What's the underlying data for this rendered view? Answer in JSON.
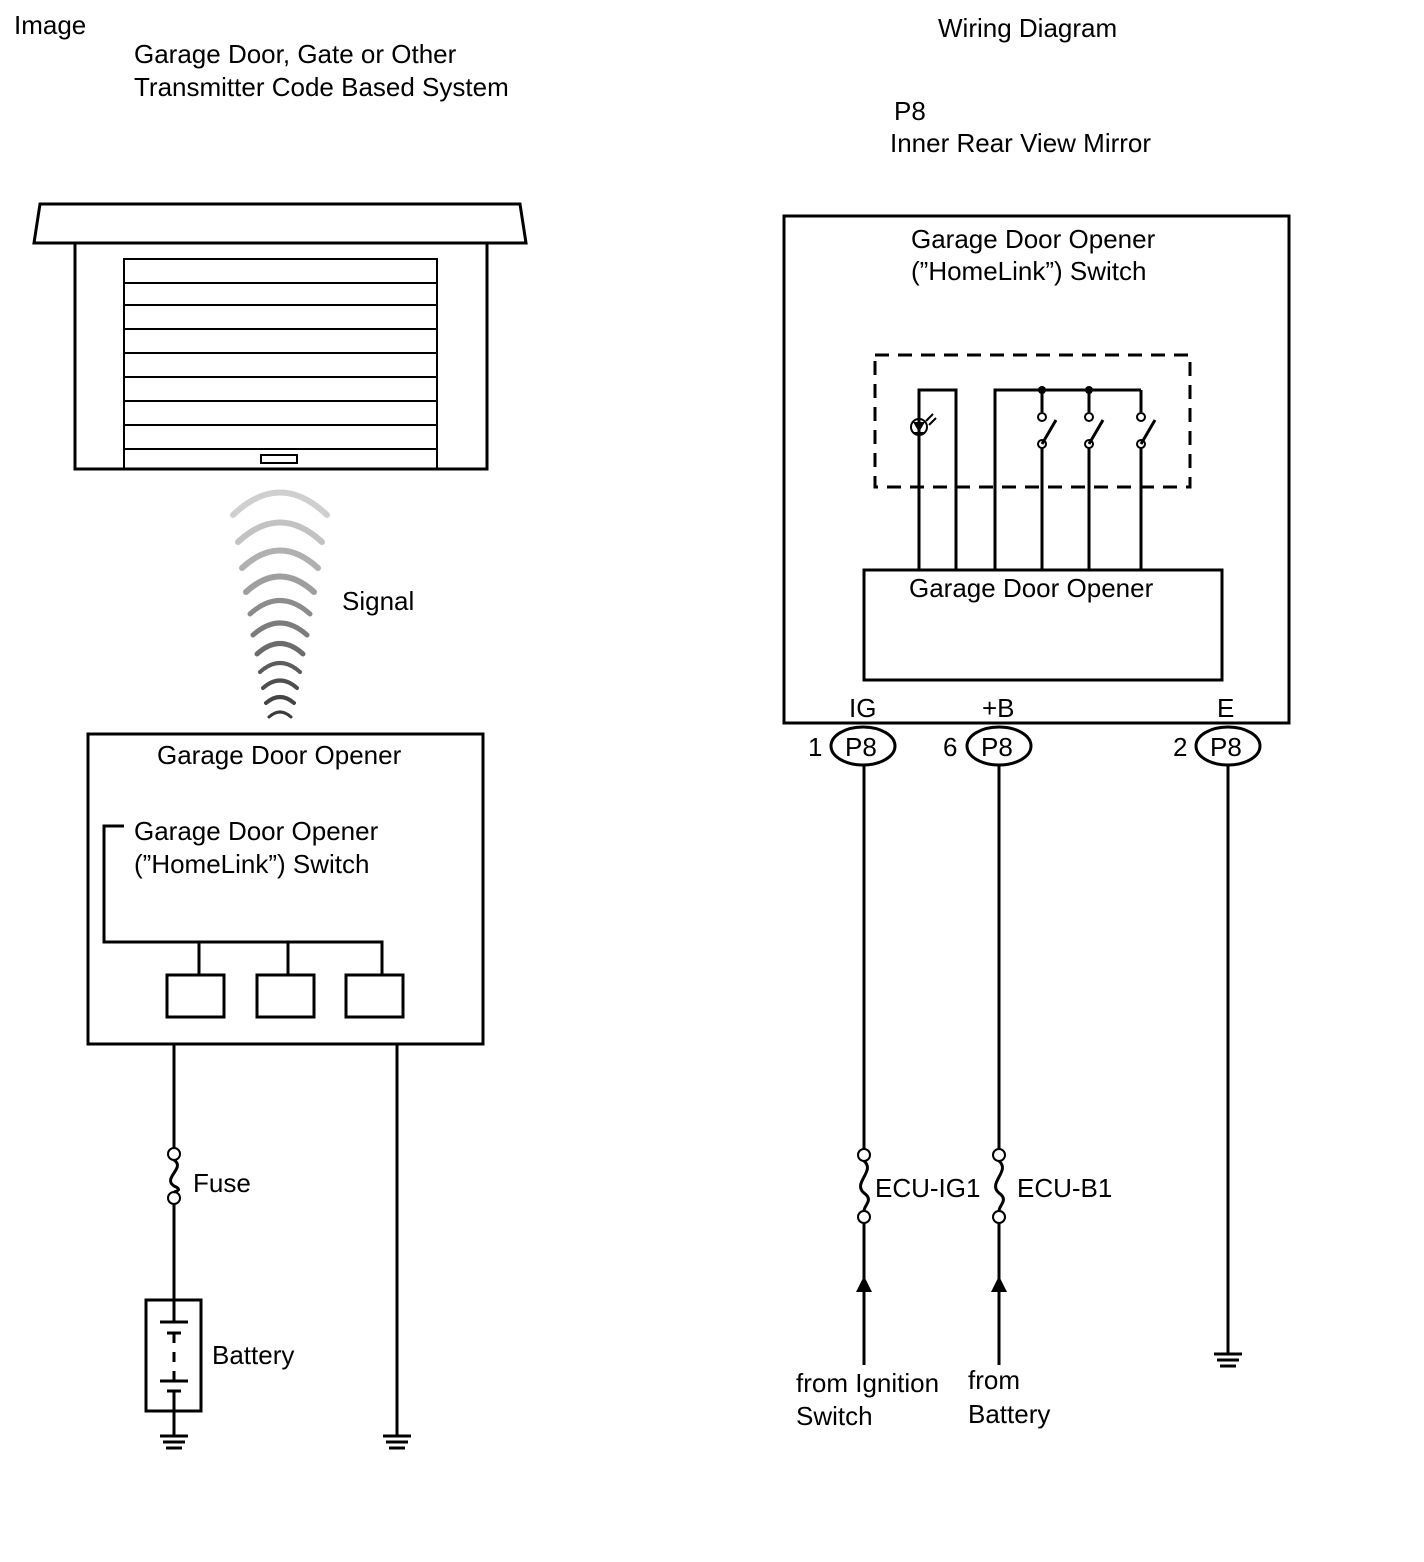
{
  "left": {
    "section_title": "Image",
    "system_title_line1": "Garage Door, Gate or Other",
    "system_title_line2": "Transmitter Code Based System",
    "signal_label": "Signal",
    "opener_box_title": "Garage Door Opener",
    "switch_label_line1": "Garage Door Opener",
    "switch_label_line2": "(”HomeLink”) Switch",
    "fuse_label": "Fuse",
    "battery_label": "Battery"
  },
  "right": {
    "section_title": "Wiring Diagram",
    "connector_id": "P8",
    "connector_name": "Inner Rear View Mirror",
    "switch_label_line1": "Garage Door Opener",
    "switch_label_line2": "(”HomeLink”) Switch",
    "opener_module_label": "Garage Door Opener",
    "terminals": [
      {
        "name": "IG",
        "pin": "1",
        "connector": "P8"
      },
      {
        "name": "+B",
        "pin": "6",
        "connector": "P8"
      },
      {
        "name": "E",
        "pin": "2",
        "connector": "P8"
      }
    ],
    "fuses": [
      "ECU-IG1",
      "ECU-B1"
    ],
    "sources": [
      {
        "line1": "from Ignition",
        "line2": "Switch"
      },
      {
        "line1": "from",
        "line2": "Battery"
      }
    ]
  }
}
